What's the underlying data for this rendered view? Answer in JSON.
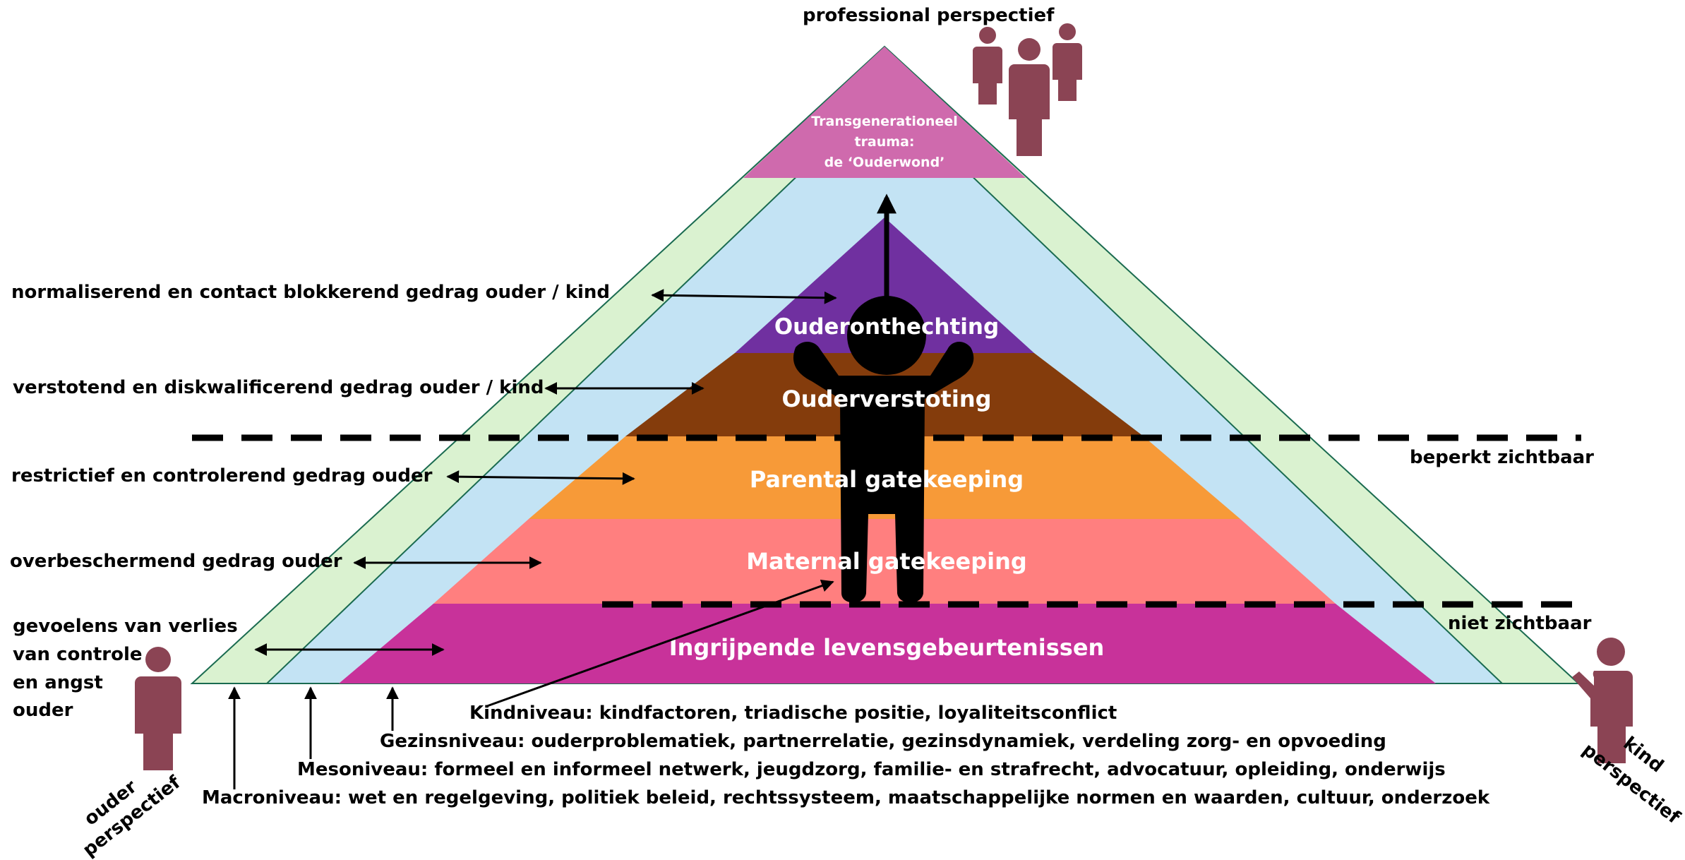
{
  "colors": {
    "outer_band": "#daf2d0",
    "inner_band": "#c3e3f4",
    "trauma_apex": "#cf6aad",
    "ouderonthechting": "#7030a0",
    "ouderverstoting": "#843c0c",
    "parental": "#f79a38",
    "maternal": "#ff7f7f",
    "ingrijpende": "#c8329a",
    "person_icon": "#8b4454",
    "child_silhouette": "#000000"
  },
  "perspectives": {
    "professional": "professional perspectief",
    "ouder_line1": "ouder",
    "ouder_line2": "perspectief",
    "kind_line1": "kind",
    "kind_line2": "perspectief"
  },
  "apex": {
    "line1": "Transgenerationeel",
    "line2": "trauma:",
    "line3": "de ‘Ouderwond’"
  },
  "bands": {
    "ouderonthechting": "Ouderonthechting",
    "ouderverstoting": "Ouderverstoting",
    "parental": "Parental gatekeeping",
    "maternal": "Maternal gatekeeping",
    "ingrijpende": "Ingrijpende levensgebeurtenissen"
  },
  "behaviours": {
    "normaliserend": "normaliserend en contact blokkerend gedrag ouder / kind",
    "verstotend": "verstotend en diskwalificerend gedrag ouder / kind",
    "restrictief": "restrictief en controlerend gedrag ouder",
    "overbeschermend": "overbeschermend gedrag ouder",
    "gevoelens_1": "gevoelens van verlies",
    "gevoelens_2": "van controle",
    "gevoelens_3": "en angst",
    "gevoelens_4": "ouder"
  },
  "visibility": {
    "beperkt": "beperkt zichtbaar",
    "niet": "niet zichtbaar"
  },
  "levels": {
    "kind": "Kindniveau: kindfactoren, triadische positie, loyaliteitsconflict",
    "gezin": "Gezinsniveau: ouderproblematiek, partnerrelatie, gezinsdynamiek, verdeling zorg- en opvoeding",
    "meso": "Mesoniveau: formeel en informeel netwerk, jeugdzorg, familie- en strafrecht, advocatuur, opleiding, onderwijs",
    "macro": "Macroniveau: wet en regelgeving, politiek beleid, rechtssysteem, maatschappelijke normen en waarden, cultuur, onderzoek"
  }
}
